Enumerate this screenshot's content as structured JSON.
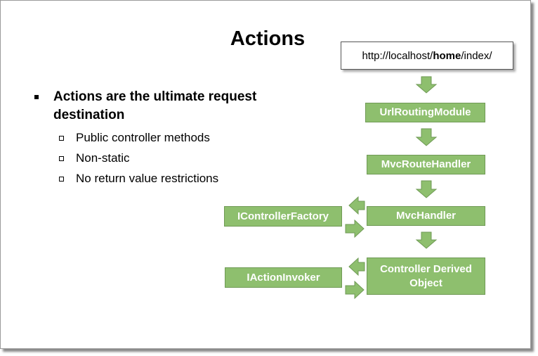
{
  "slide": {
    "title": "Actions",
    "bullet": "Actions are the ultimate request destination",
    "sub_bullets": [
      "Public controller methods",
      "Non-static",
      "No return value restrictions"
    ]
  },
  "diagram": {
    "url": {
      "prefix": "http://localhost/",
      "bold": "home",
      "suffix": "/index/"
    },
    "nodes": {
      "url_routing_module": "UrlRoutingModule",
      "mvc_route_handler": "MvcRouteHandler",
      "mvc_handler": "MvcHandler",
      "controller_factory": "IControllerFactory",
      "controller_object": "Controller Derived Object",
      "action_invoker": "IActionInvoker"
    },
    "colors": {
      "box_fill": "#8ebf6e",
      "box_border": "#6f9a55",
      "box_text": "#ffffff",
      "url_border": "#555555"
    }
  }
}
